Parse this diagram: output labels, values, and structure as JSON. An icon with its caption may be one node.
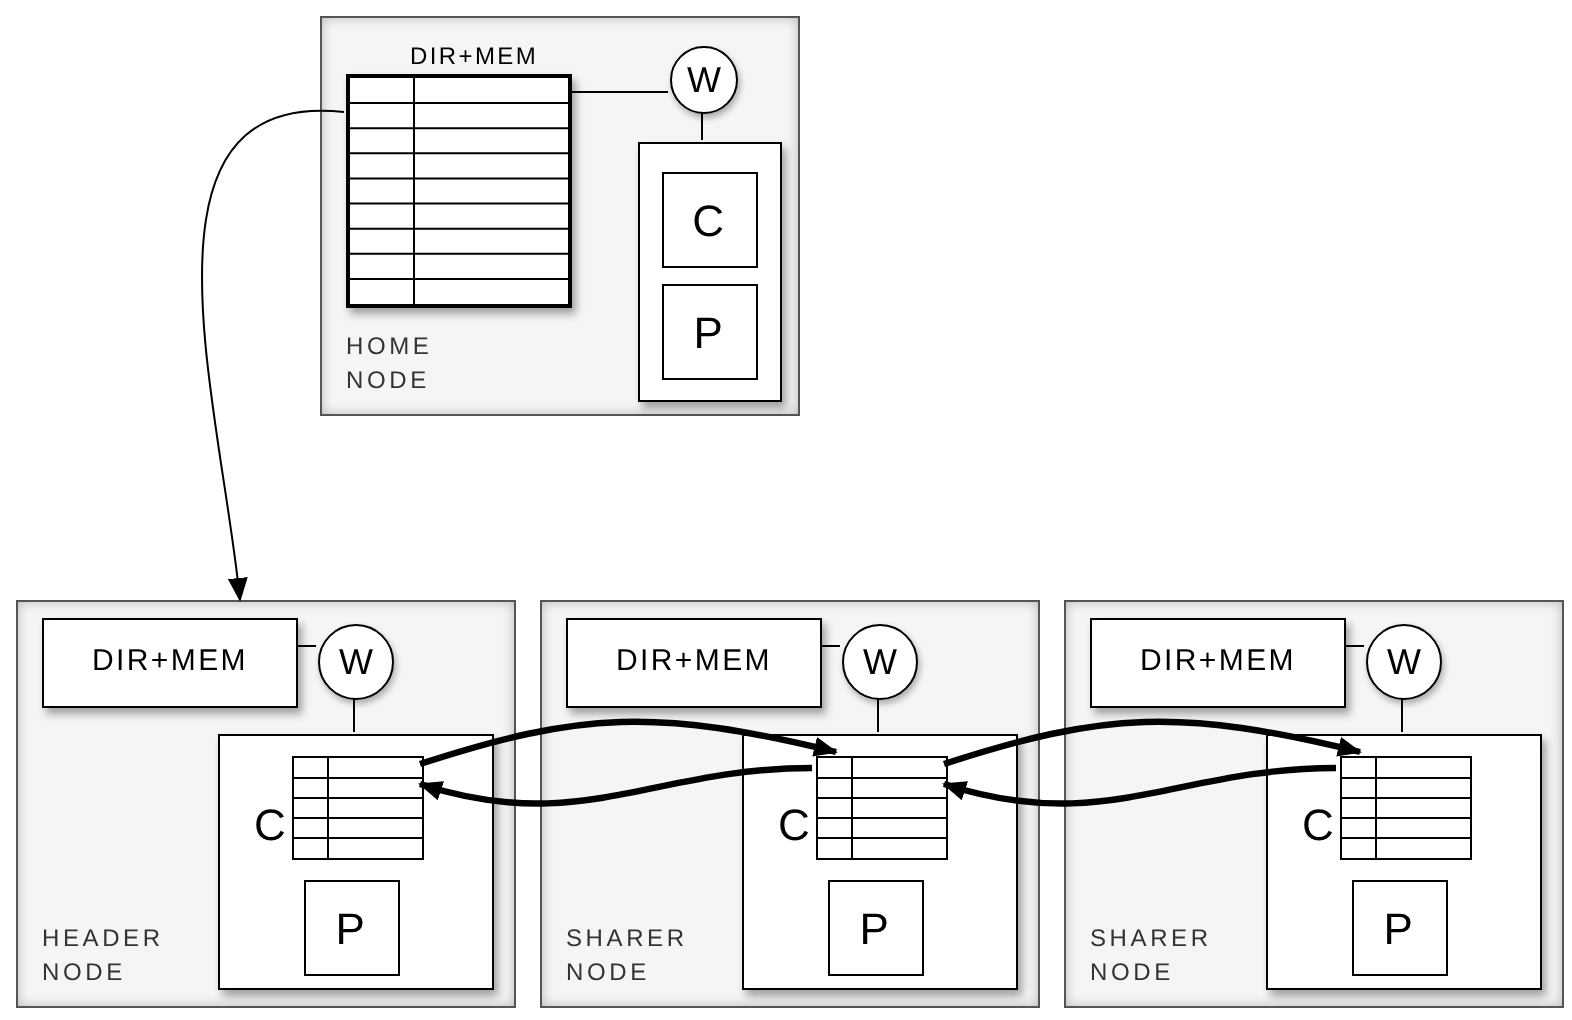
{
  "diagram": {
    "nodes": [
      {
        "text": [
          "HOME NODE"
        ]
      },
      {
        "text": [
          "DIR+MEM"
        ],
        "in": 0
      },
      {
        "text": [
          "W"
        ],
        "in": 0
      },
      {
        "text": [],
        "shape": "box",
        "in": 0
      },
      {
        "text": [
          "C"
        ],
        "in": 3
      },
      {
        "text": [
          "P"
        ],
        "in": 3
      },
      {
        "text": [
          "HEADER NODE"
        ]
      },
      {
        "text": [
          "DIR+MEM"
        ],
        "in": 6
      },
      {
        "text": [
          "W"
        ],
        "in": 6
      },
      {
        "text": [],
        "shape": "box",
        "in": 6
      },
      {
        "text": [
          "C"
        ],
        "in": 9
      },
      {
        "text": [
          "P"
        ],
        "in": 9
      },
      {
        "text": [
          "SHARER NODE"
        ]
      },
      {
        "text": [
          "DIR+MEM"
        ],
        "in": 12
      },
      {
        "text": [
          "W"
        ],
        "in": 12
      },
      {
        "text": [],
        "shape": "box",
        "in": 12
      },
      {
        "text": [
          "C"
        ],
        "in": 15
      },
      {
        "text": [
          "P"
        ],
        "in": 15
      },
      {
        "text": [
          "SHARER NODE"
        ]
      },
      {
        "text": [
          "DIR+MEM"
        ],
        "in": 18
      },
      {
        "text": [
          "W"
        ],
        "in": 18
      },
      {
        "text": [],
        "shape": "box",
        "in": 18
      },
      {
        "text": [
          "C"
        ],
        "in": 21
      },
      {
        "text": [
          "P"
        ],
        "in": 21
      }
    ],
    "edges": [
      {
        "from": 1,
        "to": 2,
        "arrow": "none"
      },
      {
        "from": 2,
        "to": 3,
        "arrow": "none"
      },
      {
        "from": 7,
        "to": 8,
        "arrow": "none"
      },
      {
        "from": 8,
        "to": 9,
        "arrow": "none"
      },
      {
        "from": 13,
        "to": 14,
        "arrow": "none"
      },
      {
        "from": 14,
        "to": 15,
        "arrow": "none"
      },
      {
        "from": 19,
        "to": 20,
        "arrow": "none"
      },
      {
        "from": 20,
        "to": 21,
        "arrow": "none"
      },
      {
        "from": 1,
        "to": 6,
        "arrow": "to"
      },
      {
        "from": 10,
        "to": 16,
        "arrow": "to",
        "style": "thick"
      },
      {
        "from": 16,
        "to": 10,
        "arrow": "to",
        "style": "thick"
      },
      {
        "from": 16,
        "to": 22,
        "arrow": "to",
        "style": "thick"
      },
      {
        "from": 22,
        "to": 16,
        "arrow": "to",
        "style": "thick"
      }
    ]
  }
}
